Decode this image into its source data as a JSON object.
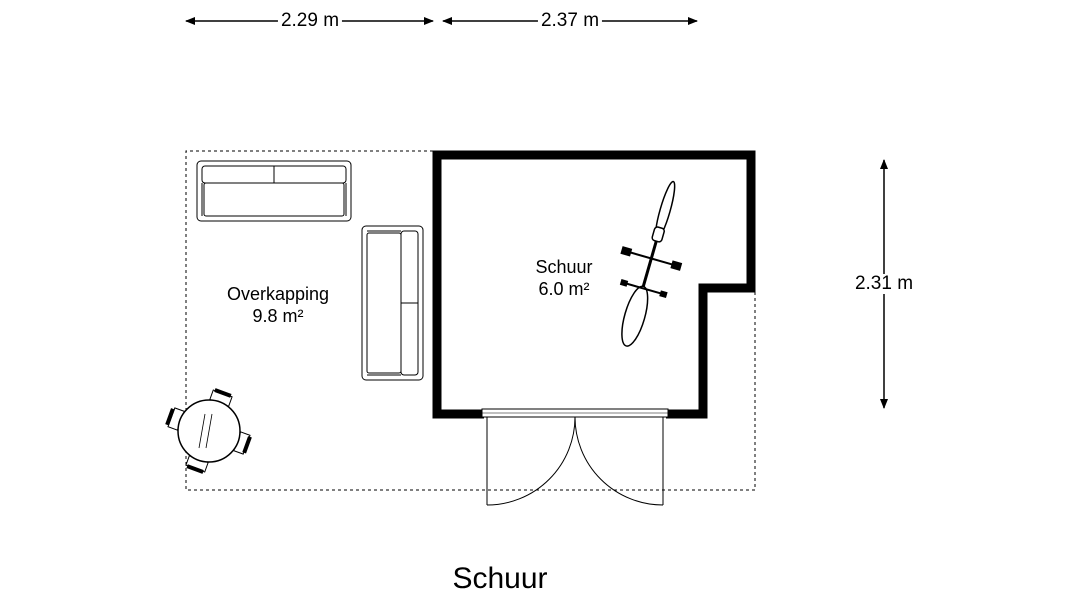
{
  "dimensions": {
    "width_left": "2.29 m",
    "width_right": "2.37 m",
    "height": "2.31 m"
  },
  "rooms": [
    {
      "name": "Overkapping",
      "area": "9.8 m²"
    },
    {
      "name": "Schuur",
      "area": "6.0 m²"
    }
  ],
  "floor_title": "Schuur",
  "colors": {
    "line": "#000000",
    "background": "#ffffff"
  }
}
